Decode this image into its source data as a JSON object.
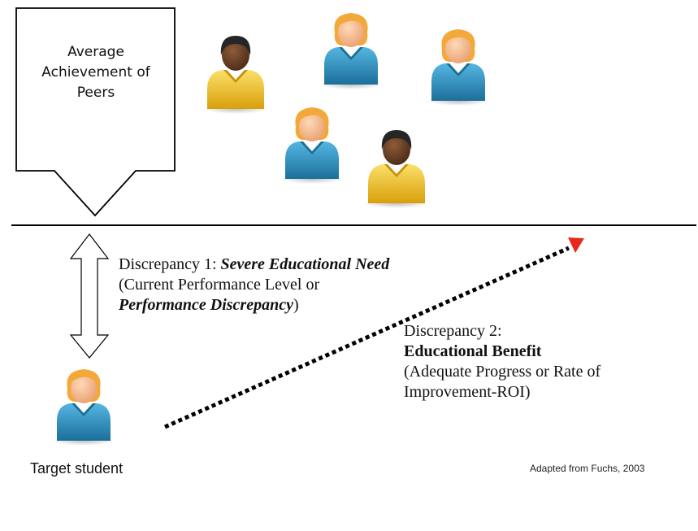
{
  "box": {
    "lines": [
      "Average",
      "Achievement of",
      "Peers"
    ]
  },
  "discrepancy1": {
    "prefix": "Discrepancy 1: ",
    "emphasis": "Severe Educational Need",
    "line2": "(Current Performance Level or",
    "line3_emphasis": "Performance Discrepancy",
    "line3_suffix": ")"
  },
  "discrepancy2": {
    "line1": "Discrepancy 2:",
    "bold": "Educational Benefit",
    "line3": "(Adequate Progress or Rate of",
    "line4": "Improvement-ROI)"
  },
  "target_label": "Target student",
  "credit": "Adapted from Fuchs, 2003",
  "colors": {
    "arrow_head": "#e8281c",
    "skin": "#f5b98f",
    "dark_skin": "#6a4228",
    "blonde_hair": "#f3a93a",
    "dark_hair": "#262626",
    "blue_shirt": "#2a8fc0",
    "yellow_shirt": "#f2c420"
  }
}
